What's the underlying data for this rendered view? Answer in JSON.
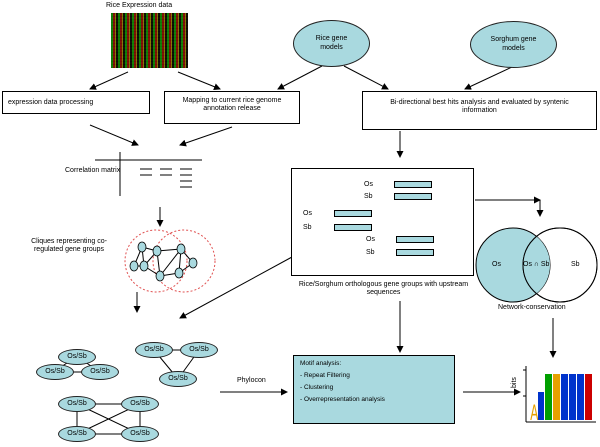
{
  "title_expression": "Rice Expression data",
  "rice_models": "Rice gene models",
  "sorghum_models": "Sorghum gene models",
  "box_expression": "expression data processing",
  "box_mapping": "Mapping to current rice genome annotation release",
  "box_bidirectional": "Bi-directional best hits analysis and evaluated by syntenic information",
  "correlation_matrix": "Correlation matrix",
  "cliques": "Cliques representing co-regulated gene groups",
  "ortholog_caption": "Rice/Sorghum orthologous gene groups with upstream sequences",
  "ortholog_tags": {
    "os": "Os",
    "sb": "Sb"
  },
  "venn": {
    "left": "Os",
    "intersection": "Os ∩ Sb",
    "right": "Sb"
  },
  "network_conservation": "Network-conservation",
  "node_label": "Os/Sb",
  "phylocon": "Phylocon",
  "motif": {
    "title": "Motif analysis:",
    "items": [
      "- Repeat Filtering",
      "- Clustering",
      "- Overrepresentation analysis"
    ]
  },
  "logo_axis": "bits",
  "colors": {
    "accent": "#a9d9df",
    "clique_circle": "#e05050",
    "os_line": "#e04040"
  }
}
